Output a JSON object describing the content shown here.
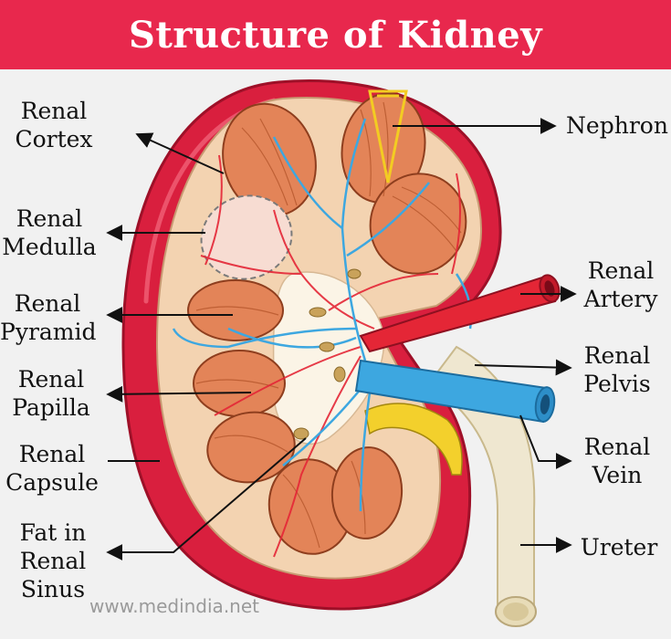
{
  "title": "Structure of Kidney",
  "watermark": "www.medindia.net",
  "colors": {
    "banner": "#e8284d",
    "capsule": "#d91f3e",
    "cortex": "#f3d3b1",
    "pyramid": "#e38458",
    "artery": "#e42636",
    "vein": "#3da7e0",
    "ureter": "#efe7d0",
    "fat": "#f3d02c"
  },
  "labels": {
    "renal_cortex": [
      "Renal",
      "Cortex"
    ],
    "renal_medulla": [
      "Renal",
      "Medulla"
    ],
    "renal_pyramid": [
      "Renal",
      "Pyramid"
    ],
    "renal_papilla": [
      "Renal",
      "Papilla"
    ],
    "renal_capsule": [
      "Renal",
      "Capsule"
    ],
    "fat_in_renal_sinus": [
      "Fat in",
      "Renal",
      "Sinus"
    ],
    "nephron": [
      "Nephron"
    ],
    "renal_artery": [
      "Renal",
      "Artery"
    ],
    "renal_pelvis": [
      "Renal",
      "Pelvis"
    ],
    "renal_vein": [
      "Renal",
      "Vein"
    ],
    "ureter": [
      "Ureter"
    ]
  }
}
